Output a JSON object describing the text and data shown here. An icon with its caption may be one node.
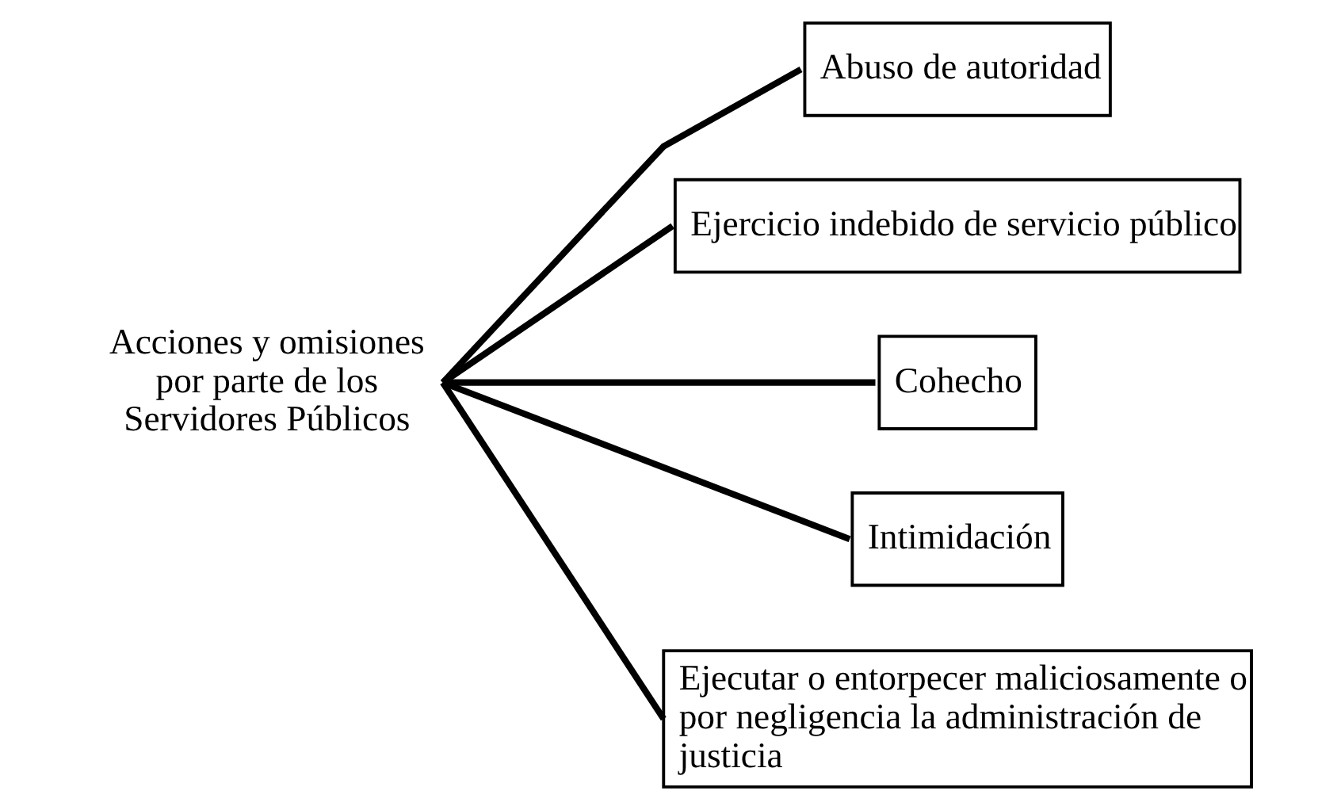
{
  "diagram": {
    "nodes": [
      {
        "text": [
          "Acciones y omisiones por parte de los Servidores Públicos"
        ]
      },
      {
        "text": [
          "Abuso de autoridad"
        ]
      },
      {
        "text": [
          "Ejercicio indebido de servicio público"
        ]
      },
      {
        "text": [
          "Cohecho"
        ]
      },
      {
        "text": [
          "Intimidación"
        ]
      },
      {
        "text": [
          "Ejecutar o entorpecer maliciosamente o por negligencia la administración de justicia"
        ]
      }
    ],
    "edges": [
      {
        "from": 0,
        "to": 1,
        "arrow": "none"
      },
      {
        "from": 0,
        "to": 2,
        "arrow": "none"
      },
      {
        "from": 0,
        "to": 3,
        "arrow": "none"
      },
      {
        "from": 0,
        "to": 4,
        "arrow": "none"
      },
      {
        "from": 0,
        "to": 5,
        "arrow": "none"
      }
    ]
  }
}
